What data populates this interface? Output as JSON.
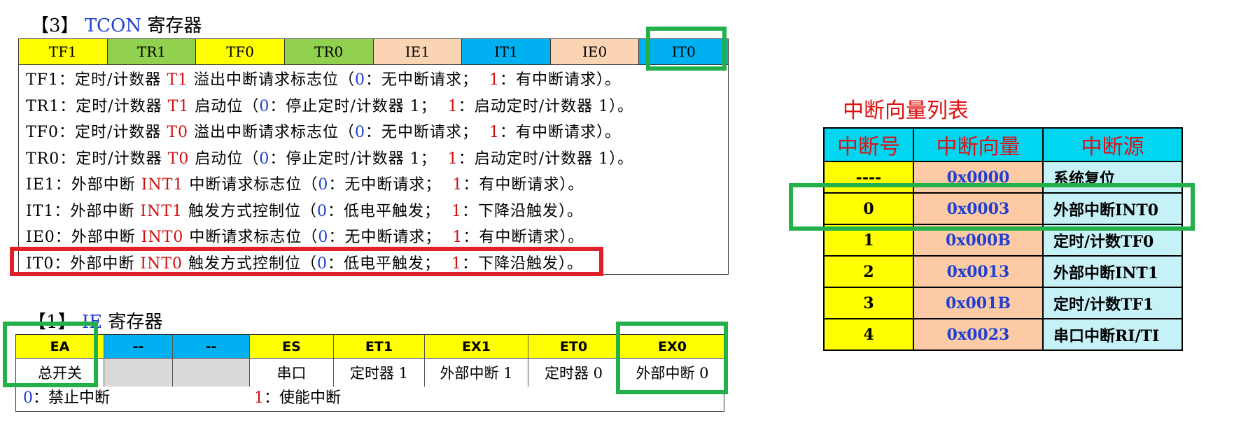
{
  "tcon": {
    "heading_prefix": "【3】",
    "heading_name": "TCON",
    "heading_suffix": "寄存器",
    "bits": [
      {
        "label": "TF1",
        "color": "#ffff00"
      },
      {
        "label": "TR1",
        "color": "#92d050"
      },
      {
        "label": "TF0",
        "color": "#ffff00"
      },
      {
        "label": "TR0",
        "color": "#92d050"
      },
      {
        "label": "IE1",
        "color": "#fbd4b4"
      },
      {
        "label": "IT1",
        "color": "#00b0f0"
      },
      {
        "label": "IE0",
        "color": "#fbd4b4"
      },
      {
        "label": "IT0",
        "color": "#00b0f0"
      }
    ],
    "descriptions": [
      {
        "bit": "TF1：",
        "pre": "定时/计数器 ",
        "name": "T1",
        "mid": " 溢出中断请求标志位（",
        "v0": "0",
        "d0": "：无中断请求；  ",
        "v1": "1",
        "d1": "：有中断请求）。"
      },
      {
        "bit": "TR1：",
        "pre": "定时/计数器 ",
        "name": "T1",
        "mid": " 启动位（",
        "v0": "0",
        "d0": "：停止定时/计数器 1；  ",
        "v1": "1",
        "d1": "：启动定时/计数器 1）。"
      },
      {
        "bit": "TF0：",
        "pre": "定时/计数器 ",
        "name": "T0",
        "mid": " 溢出中断请求标志位（",
        "v0": "0",
        "d0": "：无中断请求；  ",
        "v1": "1",
        "d1": "：有中断请求）。"
      },
      {
        "bit": "TR0：",
        "pre": "定时/计数器 ",
        "name": "T0",
        "mid": " 启动位（",
        "v0": "0",
        "d0": "：停止定时/计数器 1；  ",
        "v1": "1",
        "d1": "：启动定时/计数器 1）。"
      },
      {
        "bit": "IE1：",
        "pre": "外部中断 ",
        "name": "INT1",
        "mid": " 中断请求标志位（",
        "v0": "0",
        "d0": "：无中断请求；  ",
        "v1": "1",
        "d1": "：有中断请求）。"
      },
      {
        "bit": "IT1：",
        "pre": "外部中断 ",
        "name": "INT1",
        "mid": " 触发方式控制位（",
        "v0": "0",
        "d0": "：低电平触发；  ",
        "v1": "1",
        "d1": "：下降沿触发）。"
      },
      {
        "bit": "IE0：",
        "pre": "外部中断 ",
        "name": "INT0",
        "mid": " 中断请求标志位（",
        "v0": "0",
        "d0": "：无中断请求；  ",
        "v1": "1",
        "d1": "：有中断请求）。"
      },
      {
        "bit": "IT0：",
        "pre": "外部中断 ",
        "name": "INT0",
        "mid": " 触发方式控制位（",
        "v0": "0",
        "d0": "：低电平触发；  ",
        "v1": "1",
        "d1": "：下降沿触发）。"
      }
    ]
  },
  "ie": {
    "heading_prefix": "【1】",
    "heading_name": "IE",
    "heading_suffix": "寄存器",
    "bits": [
      {
        "label": "EA",
        "color": "#ffff00",
        "desc": "总开关",
        "desc_color": "#ffffff"
      },
      {
        "label": "--",
        "color": "#00b0f0",
        "desc": "",
        "desc_color": "#d9d9d9"
      },
      {
        "label": "--",
        "color": "#00b0f0",
        "desc": "",
        "desc_color": "#d9d9d9"
      },
      {
        "label": "ES",
        "color": "#ffff00",
        "desc": "串口",
        "desc_color": "#ffffff"
      },
      {
        "label": "ET1",
        "color": "#ffff00",
        "desc": "定时器 1",
        "desc_color": "#ffffff"
      },
      {
        "label": "EX1",
        "color": "#ffff00",
        "desc": "外部中断 1",
        "desc_color": "#ffffff"
      },
      {
        "label": "ET0",
        "color": "#ffff00",
        "desc": "定时器 0",
        "desc_color": "#ffffff"
      },
      {
        "label": "EX0",
        "color": "#ffff00",
        "desc": "外部中断 0",
        "desc_color": "#ffffff"
      }
    ],
    "note_v0": "0",
    "note_d0": "：禁止中断",
    "note_v1": "1",
    "note_d1": "：使能中断"
  },
  "vector": {
    "title": "中断向量列表",
    "headers": [
      "中断号",
      "中断向量",
      "中断源"
    ],
    "rows": [
      [
        "----",
        "0x0000",
        "系统复位"
      ],
      [
        "0",
        "0x0003",
        "外部中断INT0"
      ],
      [
        "1",
        "0x000B",
        "定时/计数TF0"
      ],
      [
        "2",
        "0x0013",
        "外部中断INT1"
      ],
      [
        "3",
        "0x001B",
        "定时/计数TF1"
      ],
      [
        "4",
        "0x0023",
        "串口中断RI/TI"
      ]
    ]
  }
}
